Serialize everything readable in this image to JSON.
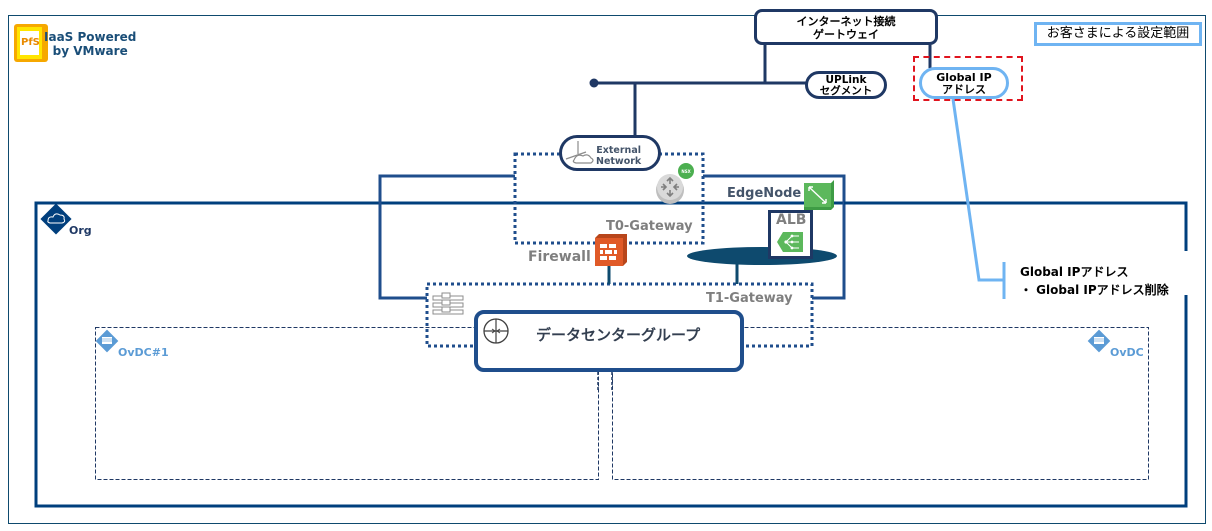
{
  "branding": {
    "logo_text": "PfS",
    "title_line1": "IaaS Powered",
    "title_line2": "by VMware"
  },
  "legend": {
    "customer_scope": "お客さまによる設定範囲"
  },
  "internet_gateway": {
    "line1": "インターネット接続",
    "line2": "ゲートウェイ"
  },
  "uplink_segment": {
    "line1": "UPLink",
    "line2": "セグメント"
  },
  "global_ip": {
    "line1": "Global IP",
    "line2": "アドレス"
  },
  "external_network": {
    "line1": "External",
    "line2": "Network"
  },
  "t0_gateway": {
    "label": "T0-Gateway",
    "badge": "NSX"
  },
  "edge_node": {
    "label": "EdgeNode"
  },
  "alb": {
    "label": "ALB"
  },
  "firewall": {
    "label": "Firewall"
  },
  "t1_gateway": {
    "label": "T1-Gateway"
  },
  "datacenter_group": {
    "label": "データセンターグループ"
  },
  "org": {
    "label": "Org"
  },
  "ovdcs": [
    {
      "label": "OvDC#1"
    },
    {
      "label": "OvDC"
    }
  ],
  "callout": {
    "title": "Global IPアドレス",
    "items": [
      "・ Global IPアドレス削除"
    ]
  },
  "colors": {
    "navy": "#1f3864",
    "frame": "#0e4a6e",
    "org_border": "#003f7d",
    "customer_blue": "#6fb4f2",
    "red_dash": "#e0141e",
    "firewall_orange": "#e05a28",
    "nsx_green": "#4caf50",
    "ovdc_blue": "#5b9bd5"
  }
}
